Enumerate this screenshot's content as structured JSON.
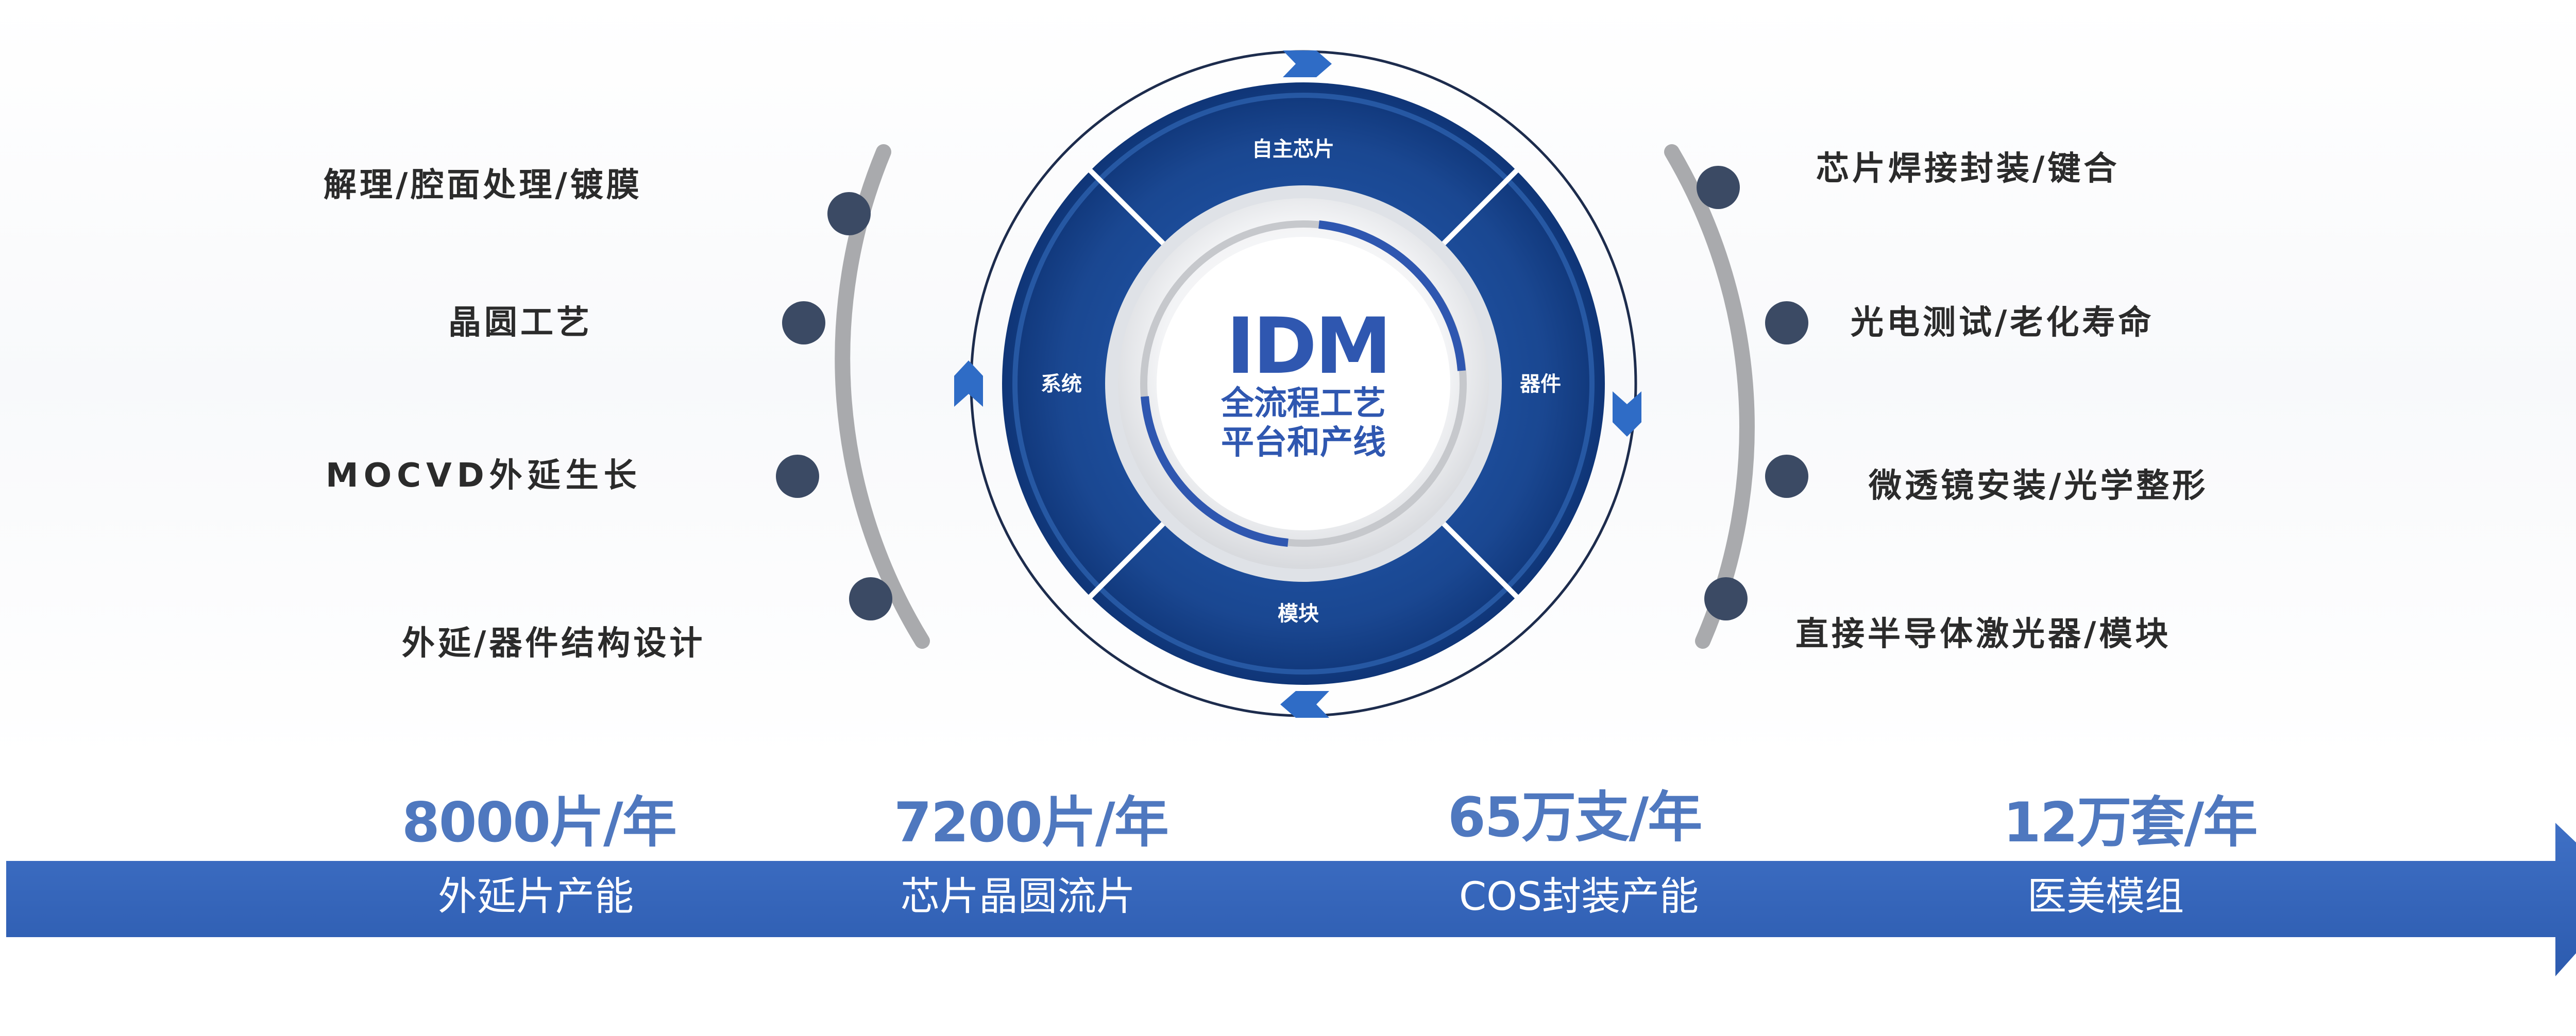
{
  "center": {
    "title": "IDM",
    "line1": "全流程工艺",
    "line2": "平台和产线",
    "segments": {
      "top": "自主芯片",
      "right": "器件",
      "bottom": "模块",
      "left": "系统"
    }
  },
  "left_steps": [
    {
      "label": "解理/腔面处理/镀膜"
    },
    {
      "label": "晶圆工艺"
    },
    {
      "label": "MOCVD外延生长"
    },
    {
      "label": "外延/器件结构设计"
    }
  ],
  "right_steps": [
    {
      "label": "芯片焊接封装/键合"
    },
    {
      "label": "光电测试/老化寿命"
    },
    {
      "label": "微透镜安装/光学整形"
    },
    {
      "label": "直接半导体激光器/模块"
    }
  ],
  "capacity": [
    {
      "value": "8000片/年",
      "label": "外延片产能"
    },
    {
      "value": "7200片/年",
      "label": "芯片晶圆流片"
    },
    {
      "value": "65万支/年",
      "label": "COS封装产能"
    },
    {
      "value": "12万套/年",
      "label": "医美模组"
    }
  ],
  "colors": {
    "brand_blue": "#2f5fb8",
    "arrow_blue": "#3464b9",
    "stat_blue": "#4f78bf",
    "ring_dark": "#153f86",
    "dot": "#3b4a64",
    "arc_gray": "#a9aaad",
    "text": "#2b2b2b"
  }
}
